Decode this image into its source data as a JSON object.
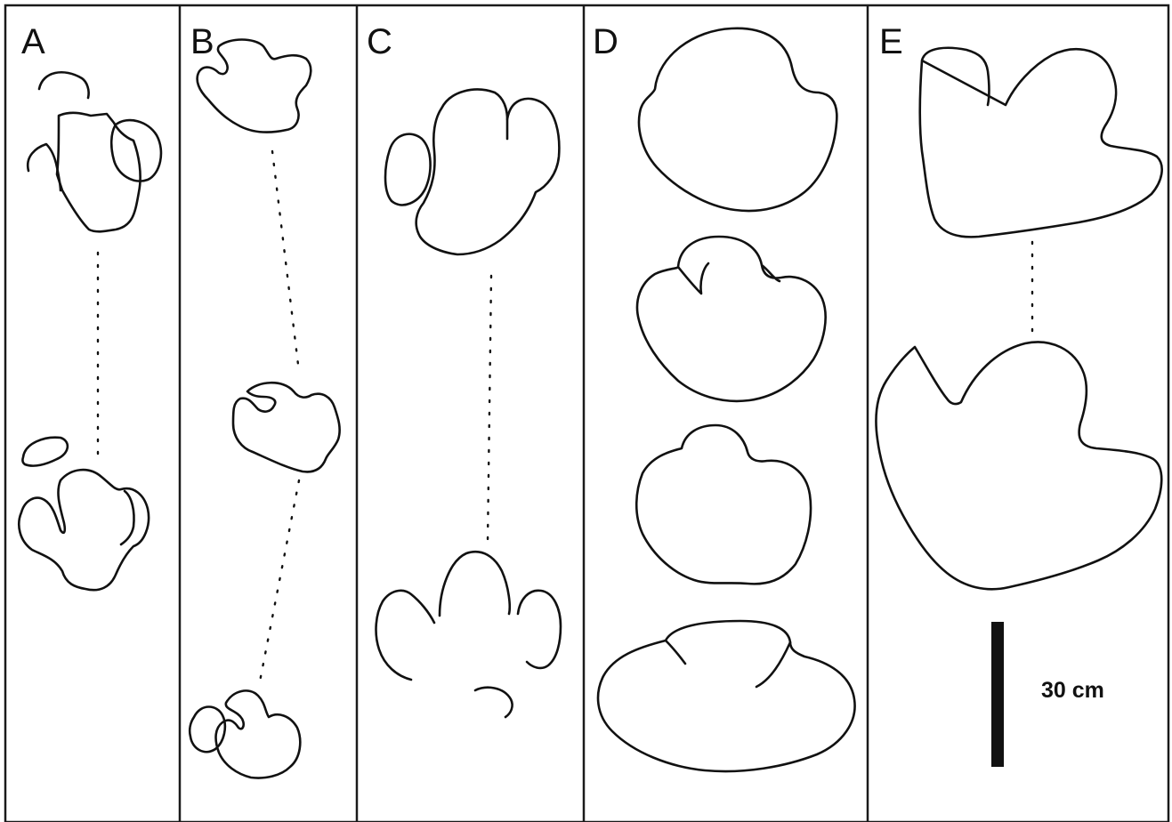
{
  "panels": [
    {
      "label": "A"
    },
    {
      "label": "B"
    },
    {
      "label": "C"
    },
    {
      "label": "D"
    },
    {
      "label": "E"
    }
  ],
  "scale_bar": {
    "label": "30 cm"
  },
  "colors": {
    "ink": "#111111",
    "background": "#ffffff"
  }
}
